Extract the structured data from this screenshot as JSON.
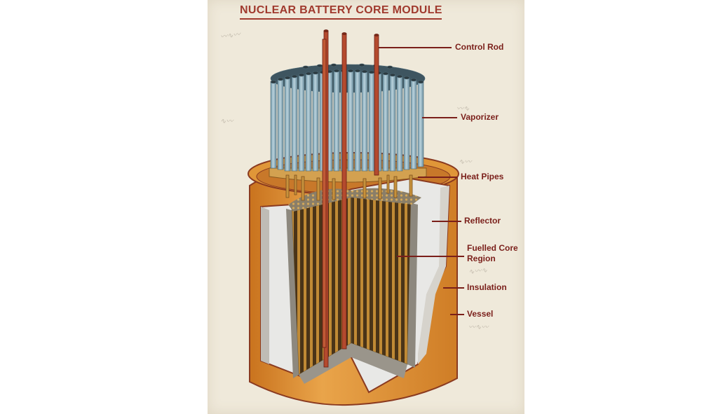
{
  "title": "NUCLEAR BATTERY CORE MODULE",
  "labels": {
    "control_rod": "Control Rod",
    "vaporizer": "Vaporizer",
    "heat_pipes": "Heat Pipes",
    "reflector": "Reflector",
    "fuelled_core_line1": "Fuelled Core",
    "fuelled_core_line2": "Region",
    "insulation": "Insulation",
    "vessel": "Vessel"
  },
  "colors": {
    "title": "#a03a2e",
    "label": "#7a1f1a",
    "vessel": "#d98a2c",
    "vaporizer_tubes": "#8fb3c2",
    "reflector": "#e8e8e6",
    "fuel_rods": "#b07a28",
    "control_rods": "#b44a2e"
  }
}
